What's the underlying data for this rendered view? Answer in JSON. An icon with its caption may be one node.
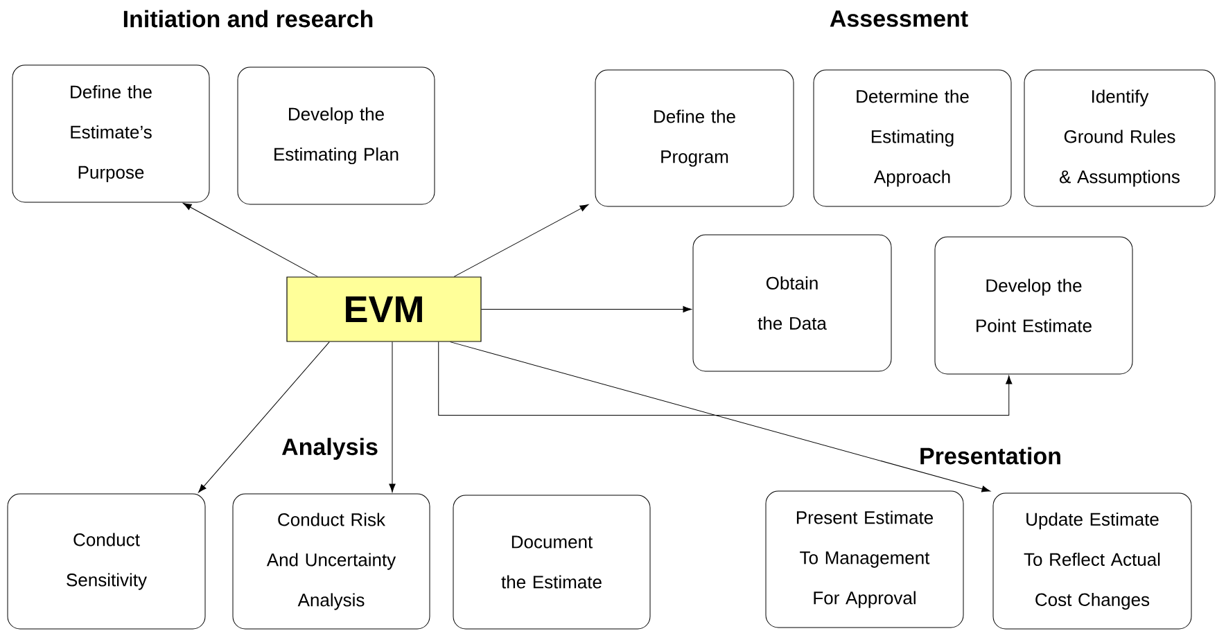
{
  "diagram": {
    "nodes": [
      {
        "text": [
          "EVM"
        ]
      },
      {
        "text": [
          "Define the Estimate’s Purpose"
        ]
      },
      {
        "text": [
          "Develop the Estimating Plan"
        ]
      },
      {
        "text": [
          "Define the Program"
        ]
      },
      {
        "text": [
          "Determine the Estimating Approach"
        ]
      },
      {
        "text": [
          "Identify Ground Rules & Assumptions"
        ]
      },
      {
        "text": [
          "Obtain the Data"
        ]
      },
      {
        "text": [
          "Develop the Point Estimate"
        ]
      },
      {
        "text": [
          "Conduct Sensitivity"
        ]
      },
      {
        "text": [
          "Conduct Risk And Uncertainty Analysis"
        ]
      },
      {
        "text": [
          "Document the Estimate"
        ]
      },
      {
        "text": [
          "Present Estimate To Management For Approval"
        ]
      },
      {
        "text": [
          "Update Estimate To Reflect Actual Cost Changes"
        ]
      }
    ],
    "edges": [
      {
        "from": 0,
        "to": 1,
        "arrow": "to"
      },
      {
        "from": 0,
        "to": 3,
        "arrow": "to"
      },
      {
        "from": 0,
        "to": 6,
        "arrow": "to"
      },
      {
        "from": 0,
        "to": 7,
        "arrow": "to"
      },
      {
        "from": 0,
        "to": 8,
        "arrow": "to"
      },
      {
        "from": 0,
        "to": 9,
        "arrow": "to"
      },
      {
        "from": 0,
        "to": 12,
        "arrow": "to"
      }
    ],
    "labels": [
      "Initiation and research",
      "Assessment",
      "Analysis",
      "Presentation"
    ]
  }
}
